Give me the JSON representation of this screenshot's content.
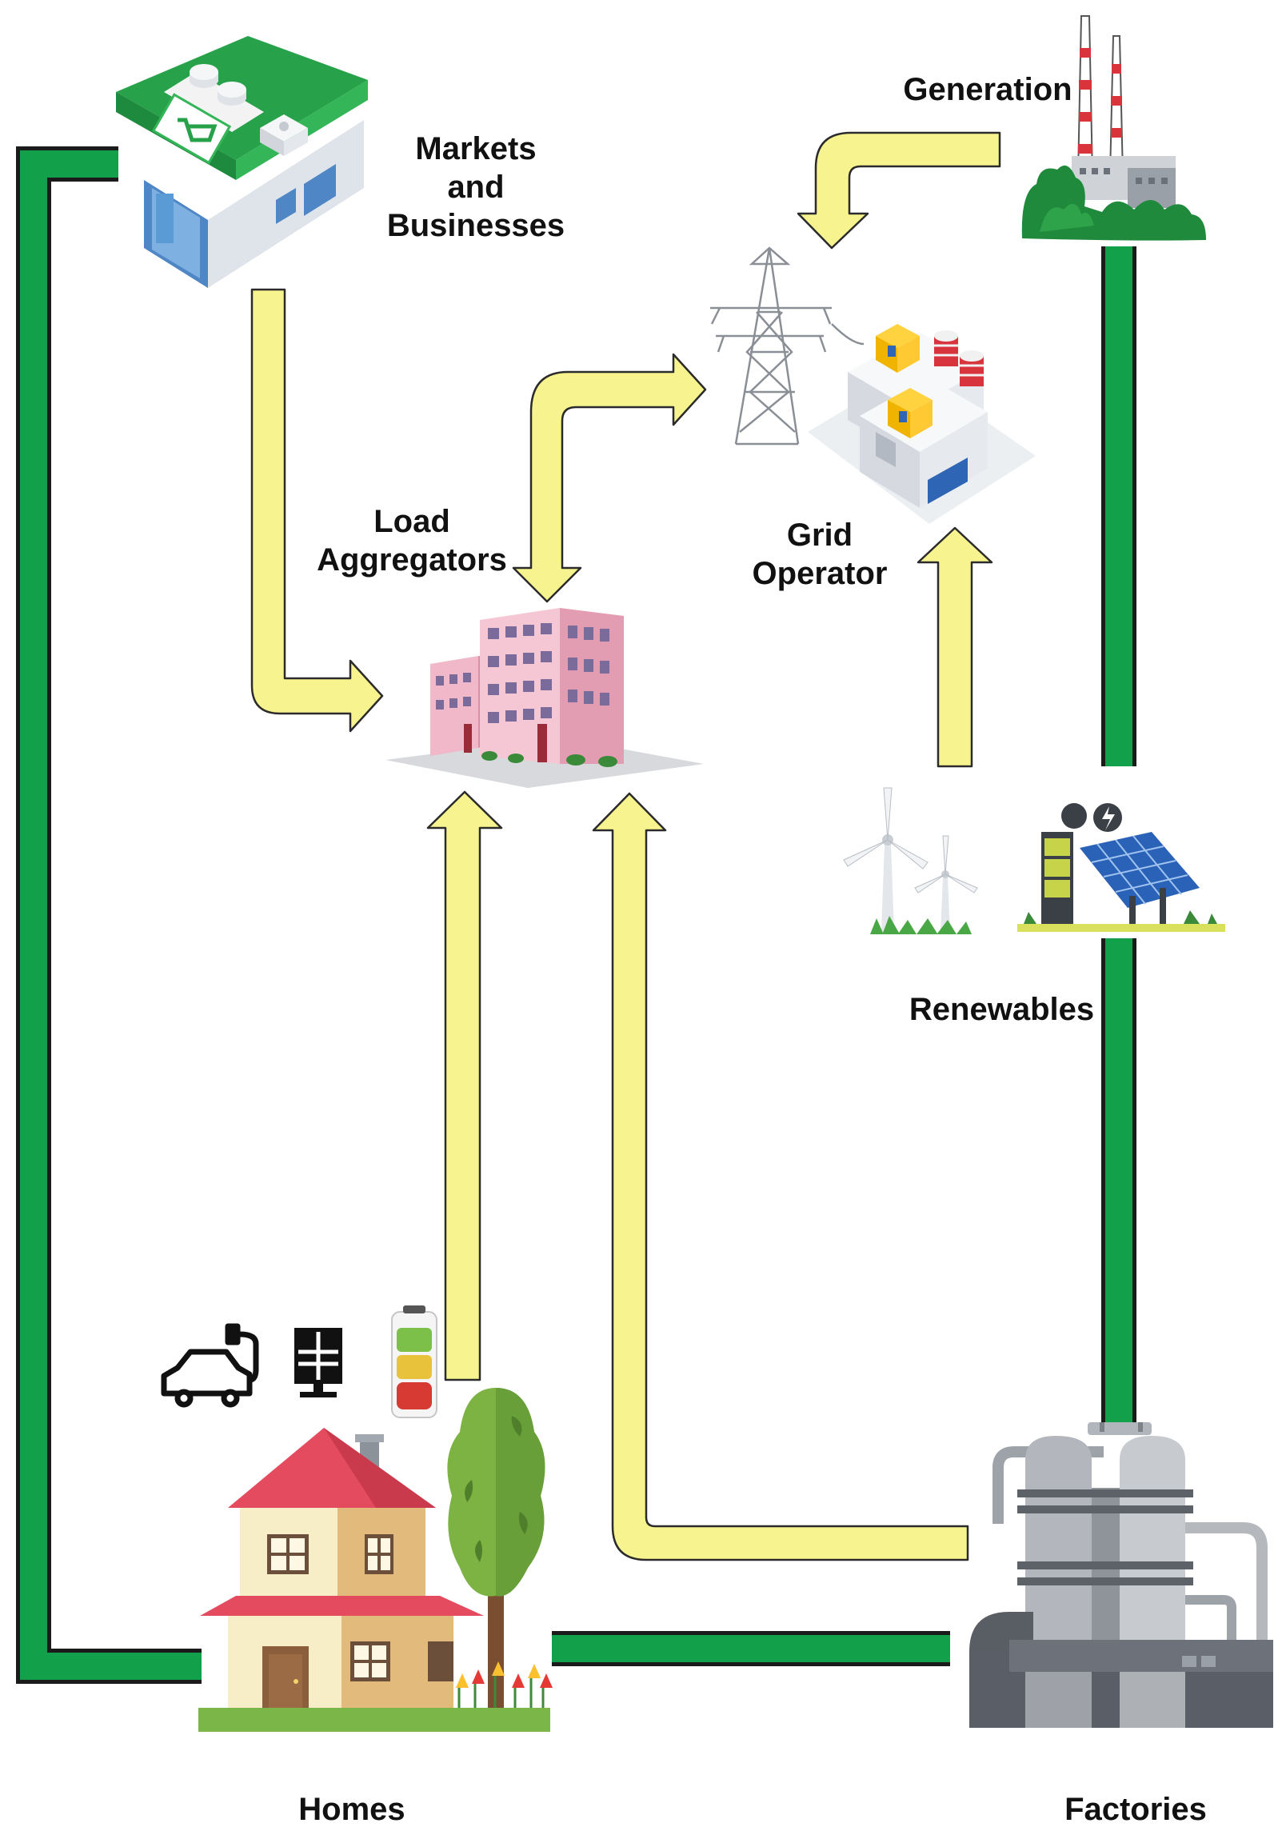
{
  "colors": {
    "grid_line": "#12a04a",
    "flow_arrow": "#f7f48f",
    "outline": "#2b2b2b"
  },
  "nodes": {
    "markets": {
      "line1": "Markets",
      "line2": "and",
      "line3": "Businesses",
      "icon": "shop-icon"
    },
    "generation": {
      "label": "Generation",
      "icon": "power-plant-icon"
    },
    "grid_operator": {
      "line1": "Grid",
      "line2": "Operator",
      "icon": "transmission-substation-icon"
    },
    "load_aggregators": {
      "line1": "Load",
      "line2": "Aggregators",
      "icon": "office-building-icon"
    },
    "renewables": {
      "label": "Renewables",
      "icons": [
        "wind-turbine-icon",
        "solar-panel-battery-icon"
      ]
    },
    "homes": {
      "label": "Homes",
      "icons": [
        "electric-car-icon",
        "solar-panel-icon",
        "battery-icon",
        "house-icon",
        "tree-icon"
      ]
    },
    "factories": {
      "label": "Factories",
      "icon": "factory-icon"
    }
  }
}
